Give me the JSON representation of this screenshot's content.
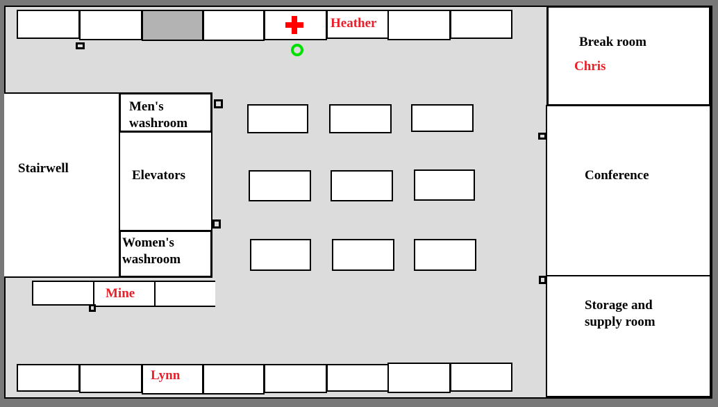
{
  "rooms": {
    "stairwell": "Stairwell",
    "mens_washroom": [
      "Men's",
      "washroom"
    ],
    "elevators": "Elevators",
    "womens_washroom": [
      "Women's",
      "washroom"
    ],
    "break_room": "Break room",
    "conference": "Conference",
    "storage": [
      "Storage and",
      "supply room"
    ]
  },
  "people": {
    "heather": "Heather",
    "chris": "Chris",
    "mine": "Mine",
    "lynn": "Lynn"
  },
  "colors": {
    "label_person": "#e8202a",
    "first_aid": "#ff0000",
    "marker": "#00e000",
    "floor": "#dcdcdc"
  }
}
